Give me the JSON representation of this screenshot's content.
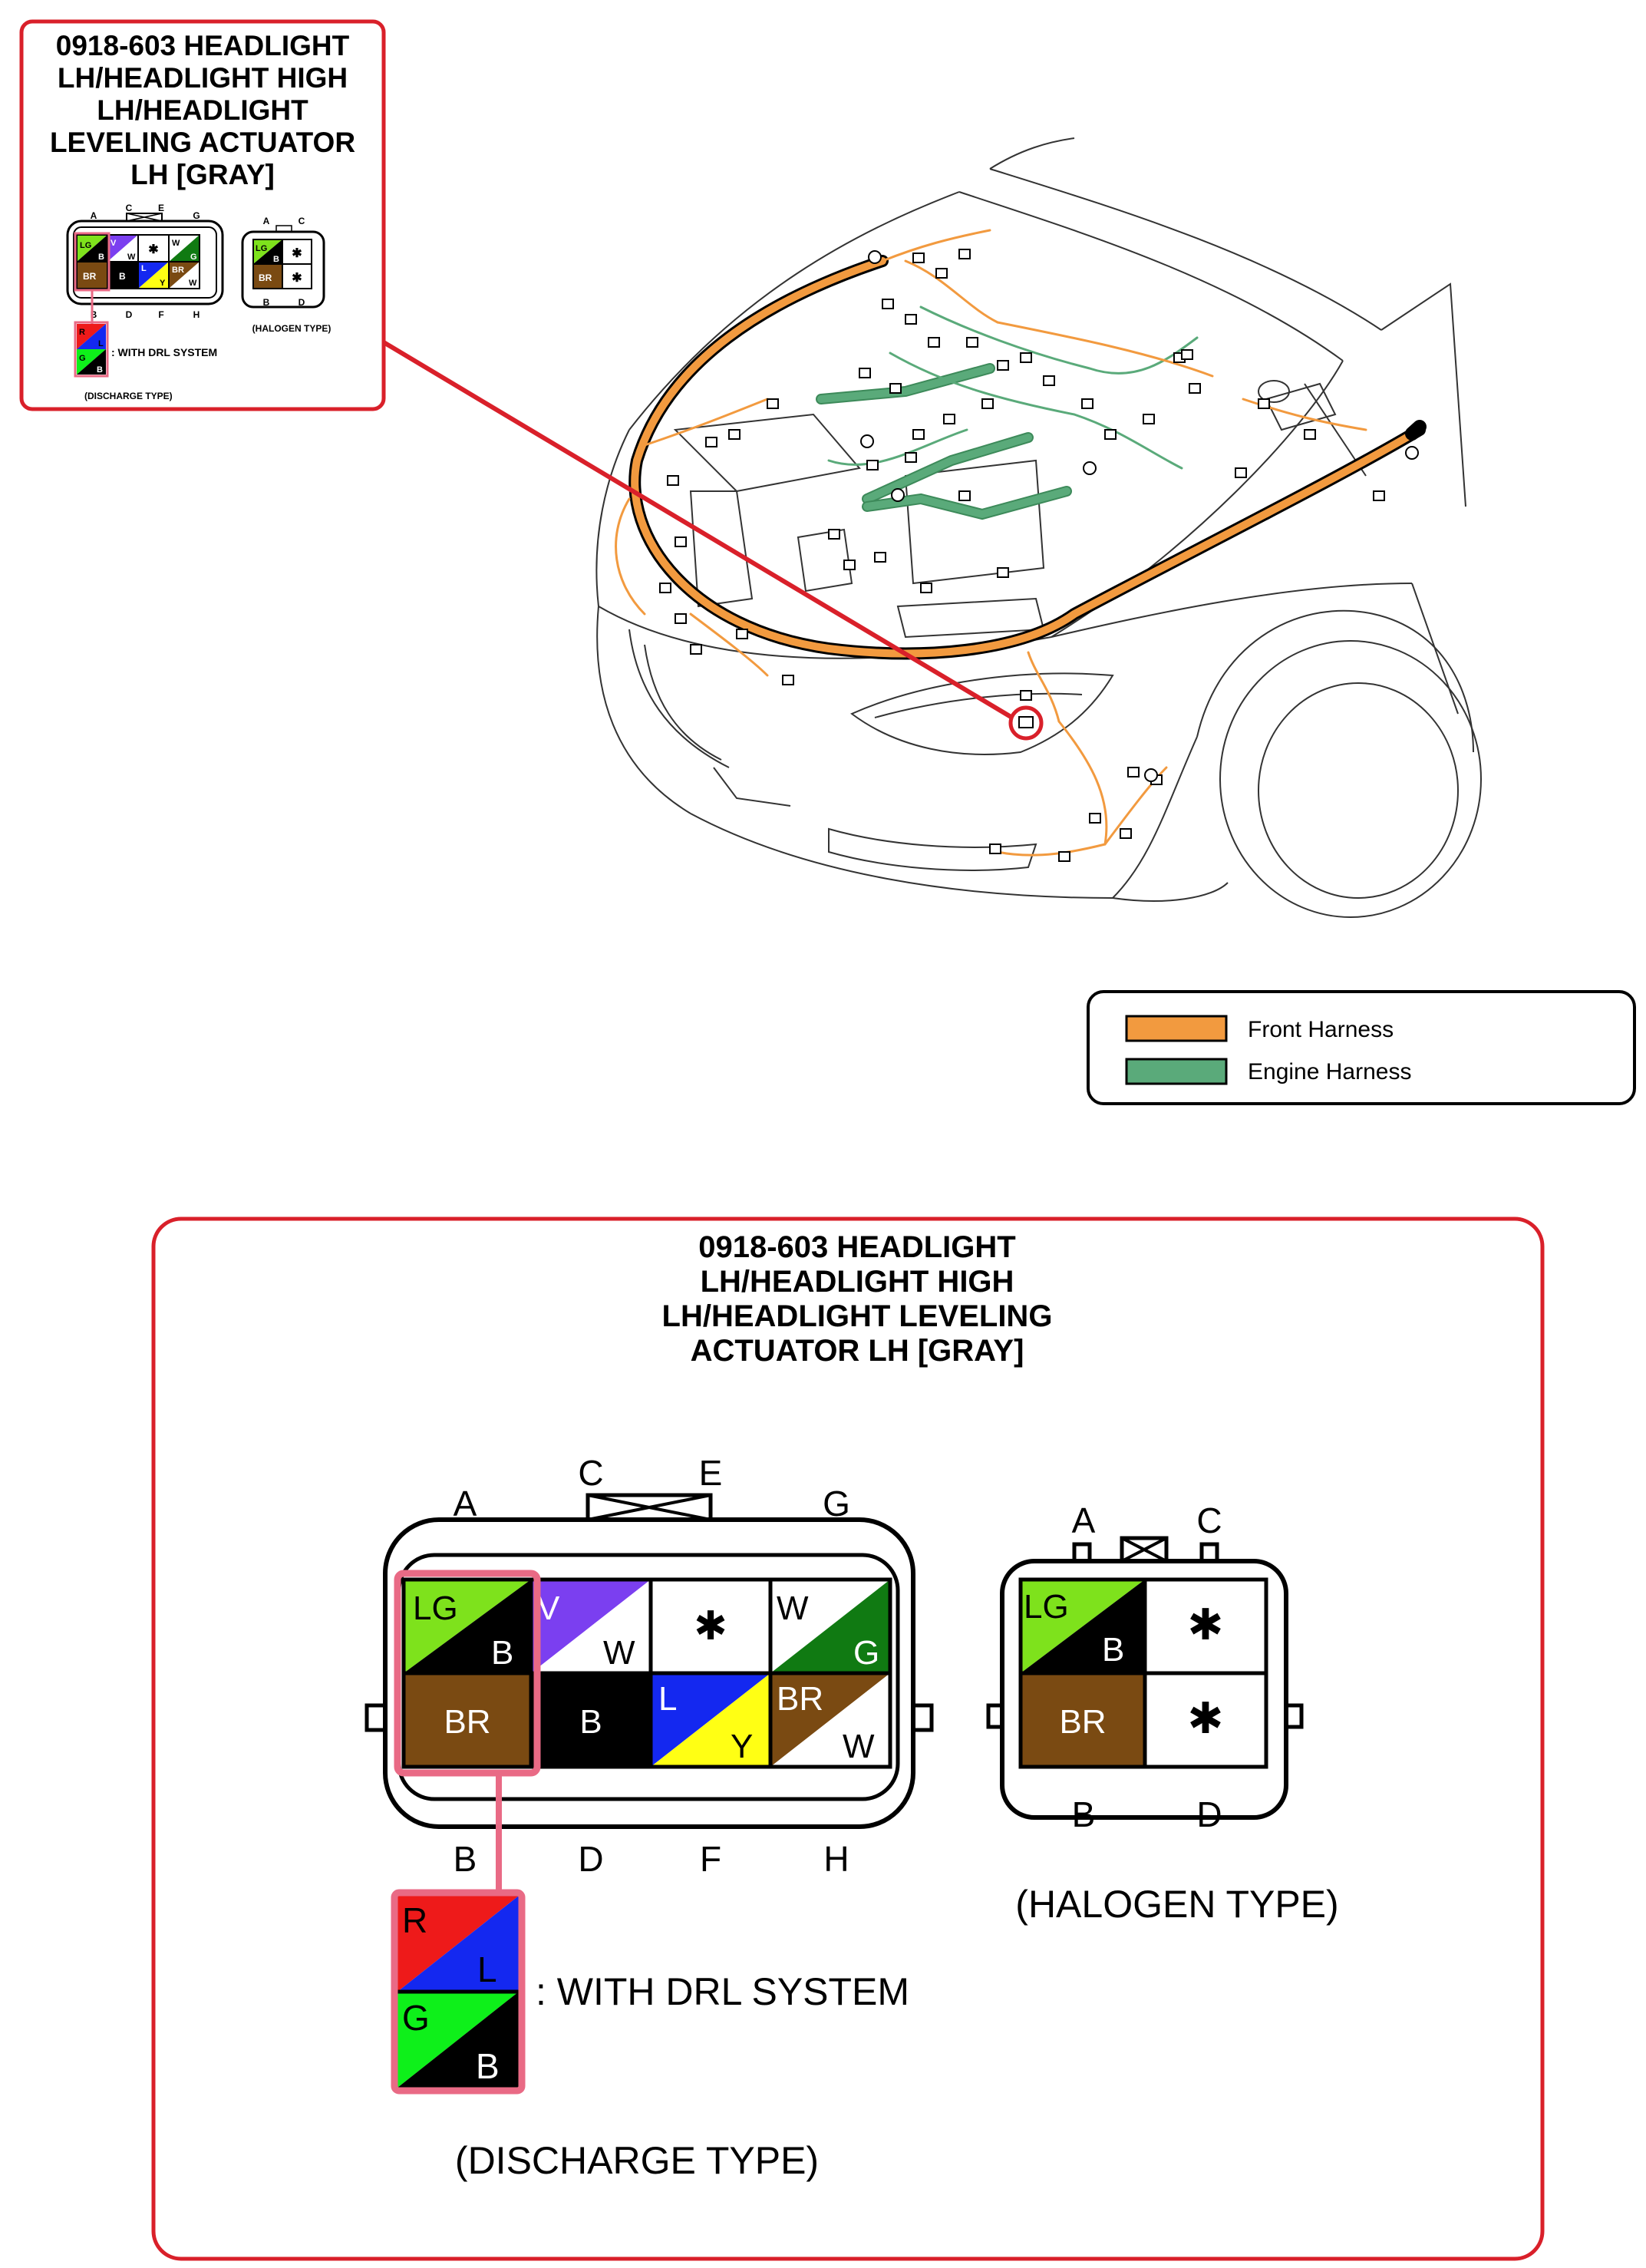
{
  "title_lines": [
    "0918-603 HEADLIGHT",
    "LH/HEADLIGHT HIGH",
    "LH/HEADLIGHT",
    "LEVELING ACTUATOR",
    "LH [GRAY]"
  ],
  "detail_title_lines": [
    "0918-603 HEADLIGHT",
    "LH/HEADLIGHT HIGH",
    "LH/HEADLIGHT LEVELING",
    "ACTUATOR LH [GRAY]"
  ],
  "legend": [
    {
      "label": "Front Harness",
      "color": "#f29a3f"
    },
    {
      "label": "Engine Harness",
      "color": "#5aaa7a"
    }
  ],
  "colors": {
    "callout_red": "#d9202a",
    "highlight_pink": "#e96a85",
    "LG": "#7ee21c",
    "B": "#000000",
    "BR": "#7a4a12",
    "V": "#7b3ff0",
    "W": "#ffffff",
    "G": "#107a12",
    "L": "#1428f0",
    "Y": "#ffff14",
    "R": "#ee1a1a",
    "G_bright": "#0ef01a"
  },
  "discharge": {
    "top_letters": {
      "A": "A",
      "C": "C",
      "E": "E",
      "G": "G"
    },
    "bottom_letters": {
      "B": "B",
      "D": "D",
      "F": "F",
      "H": "H"
    },
    "cells": {
      "A_top": "LG",
      "A_bottom": "B",
      "B": "BR",
      "C_top": "V",
      "C_bottom": "W",
      "D": "B",
      "E": "✱",
      "F_top": "L",
      "F_bottom": "Y",
      "G_top": "W",
      "G_bottom": "G",
      "H_top": "BR",
      "H_bottom": "W"
    },
    "drl_cells": {
      "top_a": "R",
      "top_b": "L",
      "bottom_a": "G",
      "bottom_b": "B"
    },
    "drl_label": ": WITH DRL SYSTEM",
    "type_label": "(DISCHARGE TYPE)"
  },
  "halogen": {
    "top_letters": {
      "A": "A",
      "C": "C"
    },
    "bottom_letters": {
      "B": "B",
      "D": "D"
    },
    "cells": {
      "A_top": "LG",
      "A_bottom": "B",
      "B": "BR",
      "C": "✱",
      "D": "✱"
    },
    "type_label": "(HALOGEN TYPE)"
  }
}
